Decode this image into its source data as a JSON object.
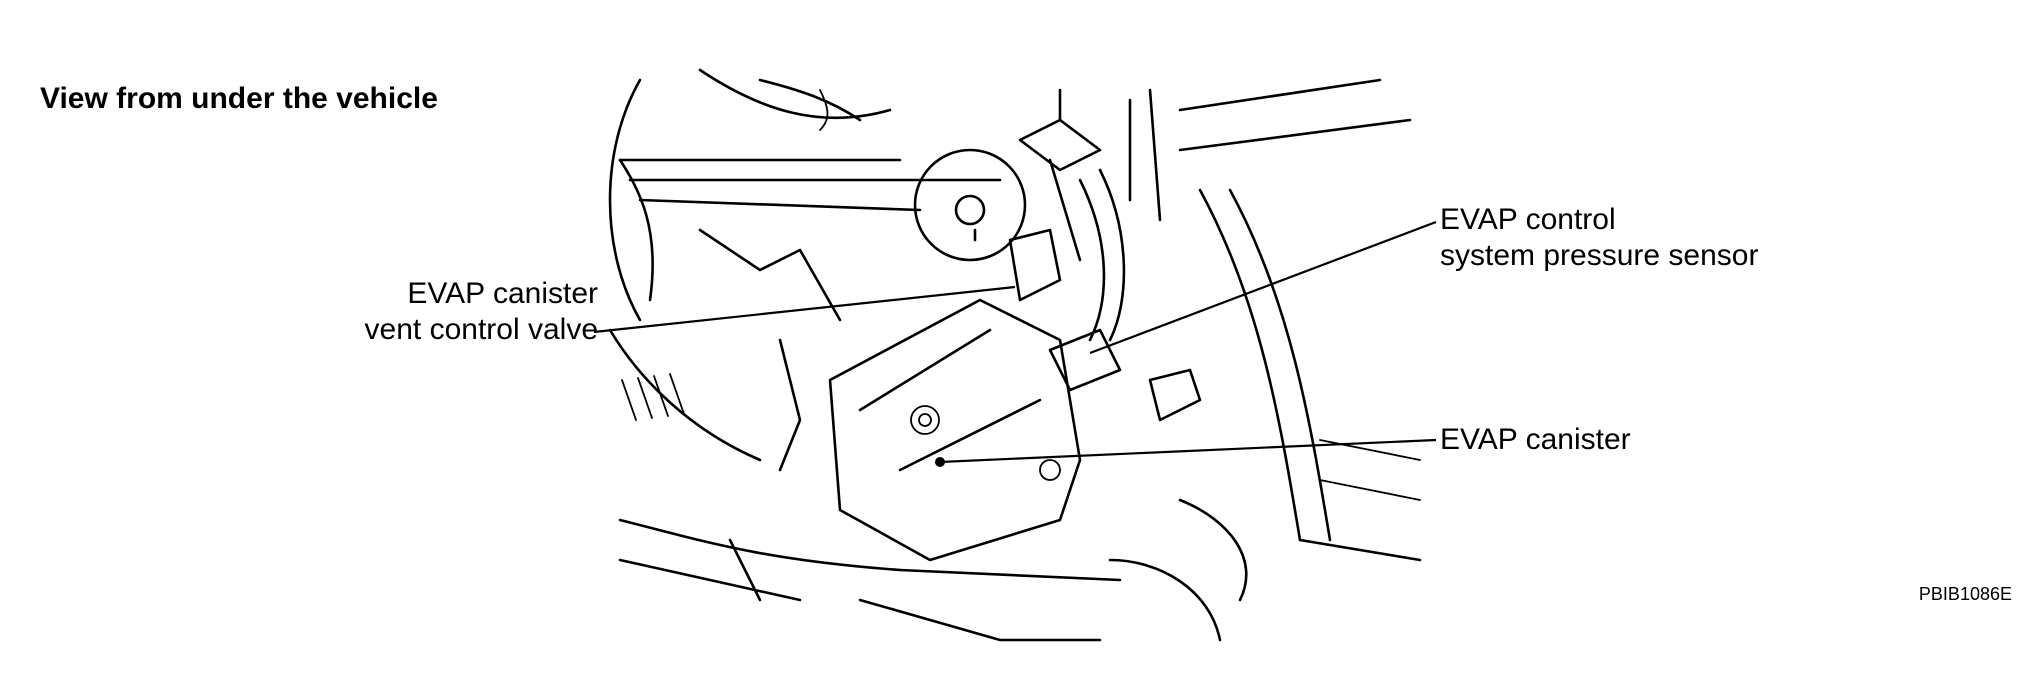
{
  "figure": {
    "title": "View from under the vehicle",
    "figure_id": "PBIB1086E"
  },
  "callouts": {
    "vent_valve": {
      "line1": "EVAP canister",
      "line2": "vent control valve"
    },
    "pressure_sensor": {
      "line1": "EVAP control",
      "line2": "system pressure sensor"
    },
    "canister": {
      "line1": "EVAP canister"
    }
  },
  "style": {
    "ink": "#000000",
    "background": "#ffffff"
  }
}
